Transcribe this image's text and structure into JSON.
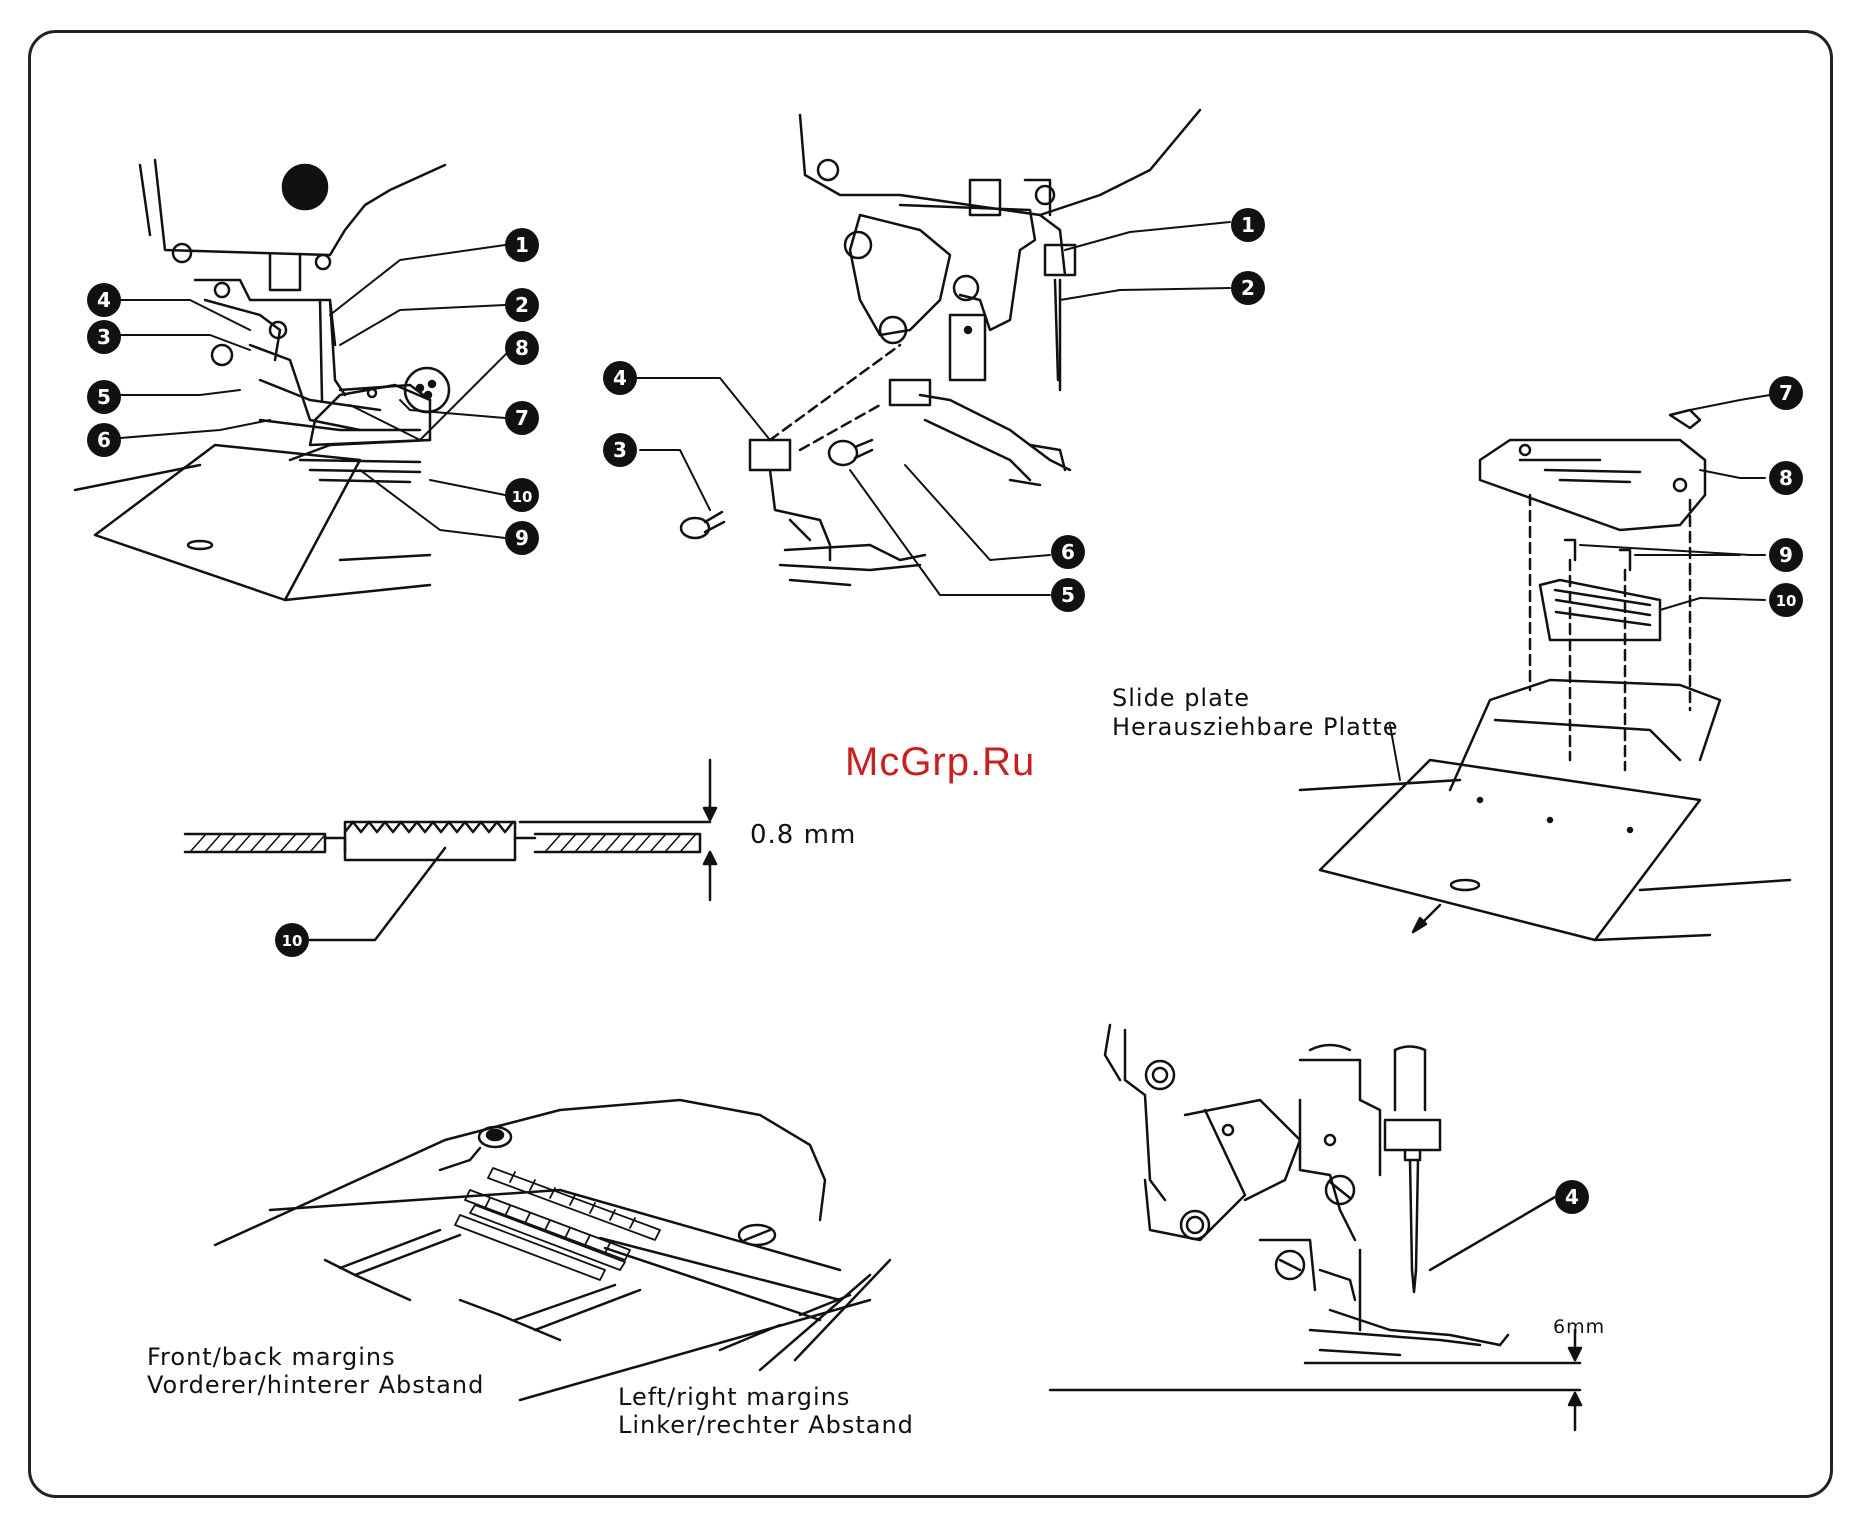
{
  "watermark": "McGrp.Ru",
  "callouts": [
    "1",
    "2",
    "3",
    "4",
    "5",
    "6",
    "7",
    "8",
    "9",
    "10"
  ],
  "labels": {
    "gauge": "0.8 mm",
    "height": "6mm",
    "slide_plate_en": "Slide plate",
    "slide_plate_de": "Herausziehbare Platte",
    "front_back_en": "Front/back margins",
    "front_back_de": "Vorderer/hinterer Abstand",
    "left_right_en": "Left/right margins",
    "left_right_de": "Linker/rechter Abstand"
  },
  "colors": {
    "line": "#111111",
    "watermark": "#c8201c",
    "frame": "#222222"
  }
}
